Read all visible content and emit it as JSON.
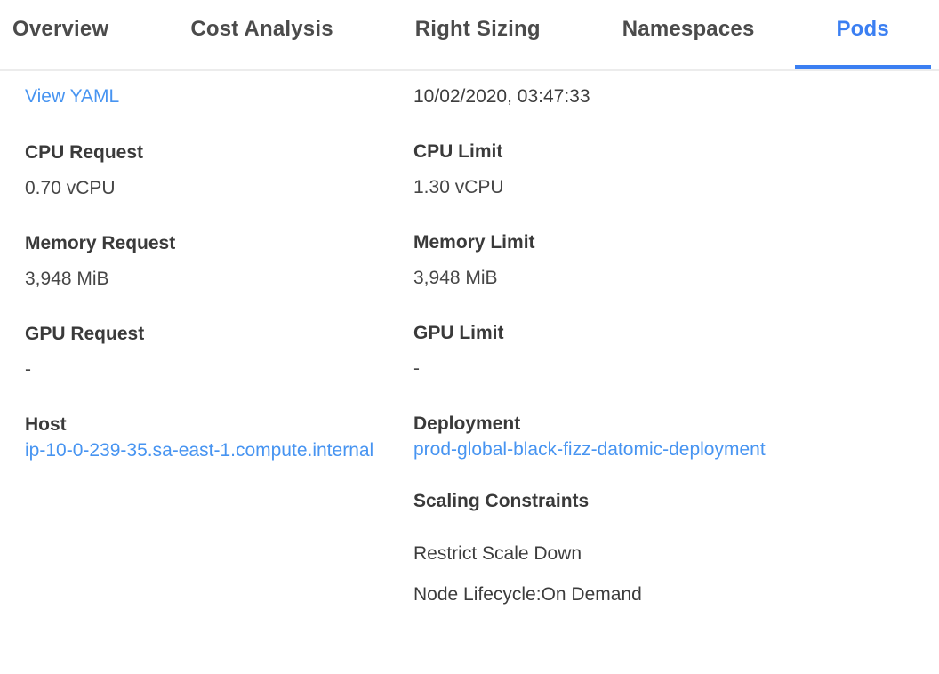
{
  "colors": {
    "accent_blue": "#3b7ff2",
    "link_blue": "#4794f1",
    "tab_inactive_gray": "#4b4b4b",
    "label_dark_gray": "#3a3a3a",
    "divider_gray": "#ececec"
  },
  "tabs": [
    {
      "label": "Overview",
      "active": false
    },
    {
      "label": "Cost Analysis",
      "active": false
    },
    {
      "label": "Right Sizing",
      "active": false
    },
    {
      "label": "Namespaces",
      "active": false
    },
    {
      "label": "Pods",
      "active": true
    }
  ],
  "details": {
    "view_yaml_link": "View YAML",
    "last_updated": "10/02/2020, 03:47:33",
    "left_fields": [
      {
        "label": "CPU Request",
        "value": "0.70 vCPU"
      },
      {
        "label": "Memory Request",
        "value": "3,948 MiB"
      },
      {
        "label": "GPU Request",
        "value": "-"
      },
      {
        "label": "Host",
        "value": "ip-10-0-239-35.sa-east-1.compute.internal"
      }
    ],
    "right_fields": [
      {
        "label": "CPU Limit",
        "value": "1.30 vCPU"
      },
      {
        "label": "Memory Limit",
        "value": "3,948 MiB"
      },
      {
        "label": "GPU Limit",
        "value": "-"
      },
      {
        "label": "Deployment",
        "value": "prod-global-black-fizz-datomic-deployment"
      }
    ],
    "scaling_constraints": {
      "label": "Scaling Constraints",
      "items": [
        "Restrict Scale Down",
        "Node Lifecycle:On Demand"
      ]
    }
  }
}
